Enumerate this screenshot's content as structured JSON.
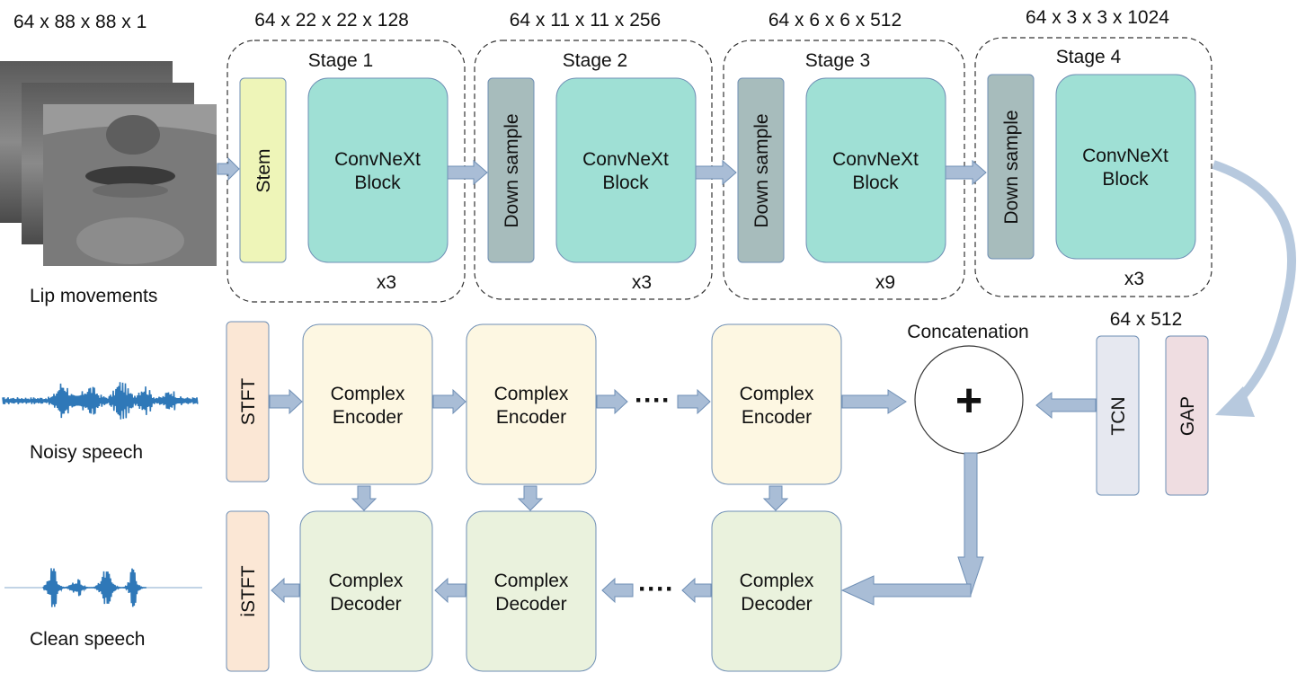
{
  "input": {
    "dims": "64 x 88 x 88 x 1",
    "lip_label": "Lip movements",
    "noisy_label": "Noisy speech",
    "clean_label": "Clean speech"
  },
  "stages": [
    {
      "dims": "64 x 22 x 22 x 128",
      "title": "Stage 1",
      "first_block": "Stem",
      "block_line1": "ConvNeXt",
      "block_line2": "Block",
      "repeat": "x3"
    },
    {
      "dims": "64 x 11 x 11 x 256",
      "title": "Stage 2",
      "first_block": "Down sample",
      "block_line1": "ConvNeXt",
      "block_line2": "Block",
      "repeat": "x3"
    },
    {
      "dims": "64 x 6 x 6 x 512",
      "title": "Stage 3",
      "first_block": "Down sample",
      "block_line1": "ConvNeXt",
      "block_line2": "Block",
      "repeat": "x9"
    },
    {
      "dims": "64 x 3 x 3 x 1024",
      "title": "Stage 4",
      "first_block": "Down sample",
      "block_line1": "ConvNeXt",
      "block_line2": "Block",
      "repeat": "x3"
    }
  ],
  "fusion": {
    "dims": "64 x 512",
    "tcn": "TCN",
    "gap": "GAP",
    "concat_label": "Concatenation",
    "concat_symbol": "+"
  },
  "audio": {
    "stft": "STFT",
    "istft": "iSTFT",
    "ellipsis": "····",
    "encoders": [
      {
        "line1": "Complex",
        "line2": "Encoder"
      },
      {
        "line1": "Complex",
        "line2": "Encoder"
      },
      {
        "line1": "Complex",
        "line2": "Encoder"
      }
    ],
    "decoders": [
      {
        "line1": "Complex",
        "line2": "Decoder"
      },
      {
        "line1": "Complex",
        "line2": "Decoder"
      },
      {
        "line1": "Complex",
        "line2": "Decoder"
      }
    ]
  },
  "colors": {
    "arrow": "#a9bdd6",
    "arrow_stroke": "#6f8fb5",
    "stem": "#eef5b8",
    "convnext": "#9fe0d5",
    "downsample": "#a7bcbc",
    "encoder": "#fdf7e2",
    "decoder": "#eaf2dd",
    "stft": "#fbe7d5",
    "tcn": "#e6e8f0",
    "gap": "#efdde1",
    "box_stroke": "#6f8fb5",
    "wave": "#2f78b8"
  }
}
